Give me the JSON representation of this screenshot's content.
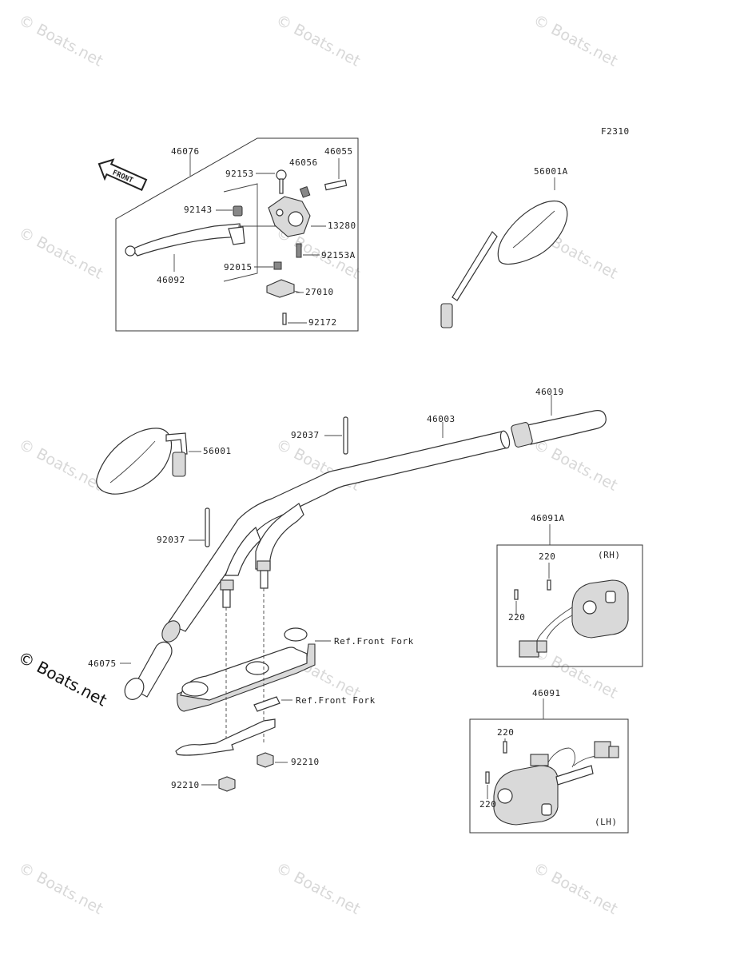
{
  "figure_code": "F2310",
  "watermark": "© Boats.net",
  "front_arrow_label": "FRONT",
  "labels": {
    "p46076": "46076",
    "p46055": "46055",
    "p46056": "46056",
    "p92153": "92153",
    "p92143": "92143",
    "p13280": "13280",
    "p92153A": "92153A",
    "p92015": "92015",
    "p46092": "46092",
    "p27010": "27010",
    "p92172": "92172",
    "p56001A": "56001A",
    "p46019": "46019",
    "p46003": "46003",
    "p92037_top": "92037",
    "p56001": "56001",
    "p92037_mid": "92037",
    "p46091A": "46091A",
    "rh": "(RH)",
    "p220_rh_a": "220",
    "p220_rh_b": "220",
    "p46075": "46075",
    "ref_fork_1": "Ref.Front Fork",
    "ref_fork_2": "Ref.Front Fork",
    "p92210_right": "92210",
    "p92210_left": "92210",
    "p46091": "46091",
    "p220_lh_a": "220",
    "p220_lh_b": "220",
    "lh": "(LH)"
  }
}
